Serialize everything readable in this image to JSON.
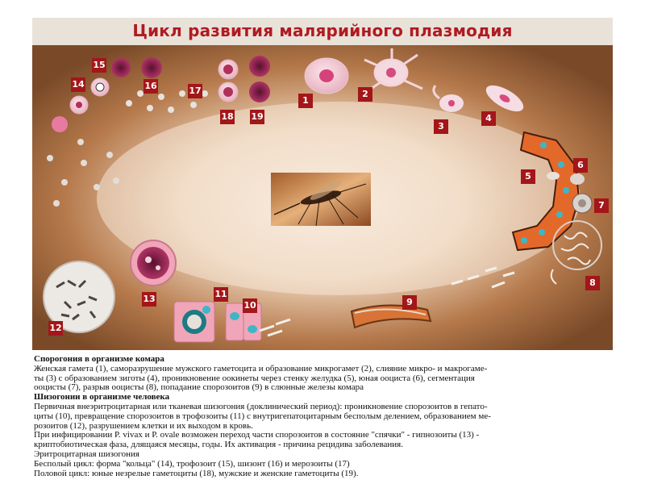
{
  "title": "Цикл развития малярийного плазмодия",
  "stage_numbers": [
    "1",
    "2",
    "3",
    "4",
    "5",
    "6",
    "7",
    "8",
    "9",
    "10",
    "11",
    "12",
    "13",
    "14",
    "15",
    "16",
    "17",
    "18",
    "19"
  ],
  "text": {
    "h1": "Спорогония в организме комара",
    "p1": [
      "Женская гамета (1), саморазрушение мужского гаметоцита и образование микрогамет (2), слияние микро- и макрогаме-",
      "ты (3)  с образованием зиготы (4), проникновение оокинеты через стенку желудка (5), юная ооциста (6), сегментация",
      "ооцисты (7), разрыв ооцисты (8), попадание спорозоитов (9) в слюнные железы комара"
    ],
    "h2": "Шизогонии в организме человека",
    "p2": [
      "Первичная внеэритроцитарная или тканевая шизогония (доклинический период): проникновение спорозоитов в гепато-",
      "циты (10), превращение спорозоитов в трофозоиты (11) с внутригепатоцитарным бесполым делением, образованием ме-",
      "розоитов (12), разрушением  клетки и их выходом в кровь.",
      "При инфицировании P. vivax и P. ovale возможен переход части спорозоитов в состояние \"спячки\" -  гипнозоиты (13) -",
      "криптобиотическая фаза, длящаяся месяцы, годы. Их активация - причина рецидива заболевания.",
      "Эритроцитарная шизогония",
      "Бесполый цикл: форма \"кольца\" (14),  трофозоит (15), шизонт (16) и мерозоиты (17)",
      "Половой цикл: юные незрелые гаметоциты (18), мужские и женские гаметоциты (19)."
    ]
  },
  "colors": {
    "title": "#b11a22",
    "badge": "#a31619",
    "background_dark": "#8a5a33",
    "background_light": "#f1e3d4",
    "cell_pink": "#e8789a",
    "cell_magenta": "#b0305c",
    "epithelium_orange": "#e0682a",
    "nucleus_cyan": "#3fb6c6"
  },
  "icons": [
    "mosquito-photo",
    "cell-illustration"
  ]
}
